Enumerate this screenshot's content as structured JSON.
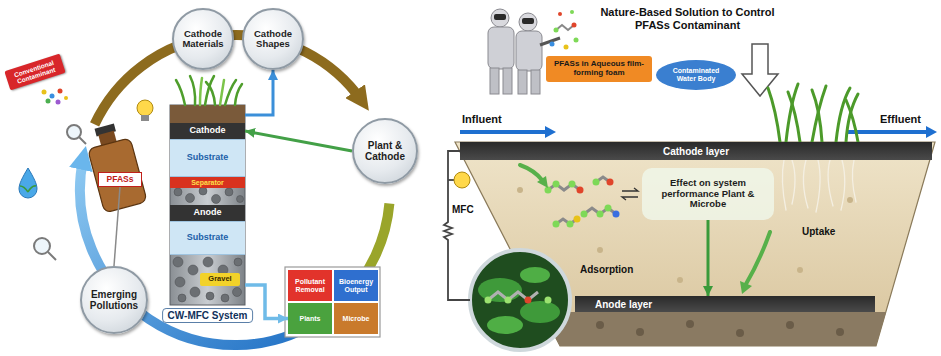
{
  "diagram": {
    "nodes": [
      {
        "text": [
          "Cathode Materials"
        ]
      },
      {
        "text": [
          "Cathode Shapes"
        ]
      },
      {
        "text": [
          "Plant & Cathode"
        ]
      },
      {
        "text": [
          "Emerging Pollutions"
        ]
      },
      {
        "text": [
          "CW-MFC System"
        ]
      },
      {
        "text": [
          "Cathode"
        ],
        "in": 4
      },
      {
        "text": [
          "Substrate"
        ],
        "in": 4
      },
      {
        "text": [
          "Separator"
        ],
        "in": 4
      },
      {
        "text": [
          "Anode"
        ],
        "in": 4
      },
      {
        "text": [
          "Substrate"
        ],
        "in": 4
      },
      {
        "text": [
          "Gravel"
        ],
        "in": 4
      },
      {
        "text": [
          "Pollutant Removal"
        ]
      },
      {
        "text": [
          "Bioenergy Output"
        ]
      },
      {
        "text": [
          "Plants"
        ]
      },
      {
        "text": [
          "Microbe"
        ]
      },
      {
        "text": [
          "Conventional Contaminant"
        ]
      },
      {
        "text": [
          "PFASs"
        ]
      },
      {
        "text": [
          "PFASs in Aqueous film-forming foam"
        ]
      },
      {
        "text": [
          "Contaminated Water Body"
        ]
      },
      {
        "text": [
          "Cathode layer"
        ]
      },
      {
        "text": [
          "Effect on system performance Plant & Microbe"
        ]
      },
      {
        "text": [
          "Anode layer"
        ]
      }
    ],
    "edges": [
      {
        "from": 4,
        "to": 1,
        "arrow": "to"
      },
      {
        "from": 2,
        "to": 5,
        "arrow": "to"
      },
      {
        "from": 4,
        "to": 13,
        "arrow": "to"
      },
      {
        "from": 3,
        "to": 16,
        "arrow": "none"
      },
      {
        "from": 20,
        "to": 21,
        "arrow": "to"
      }
    ],
    "labels": [
      "Nature-Based Solution to Control PFASs Contaminant",
      "Influent",
      "Effluent",
      "MFC",
      "Uptake",
      "Adsorption"
    ]
  }
}
